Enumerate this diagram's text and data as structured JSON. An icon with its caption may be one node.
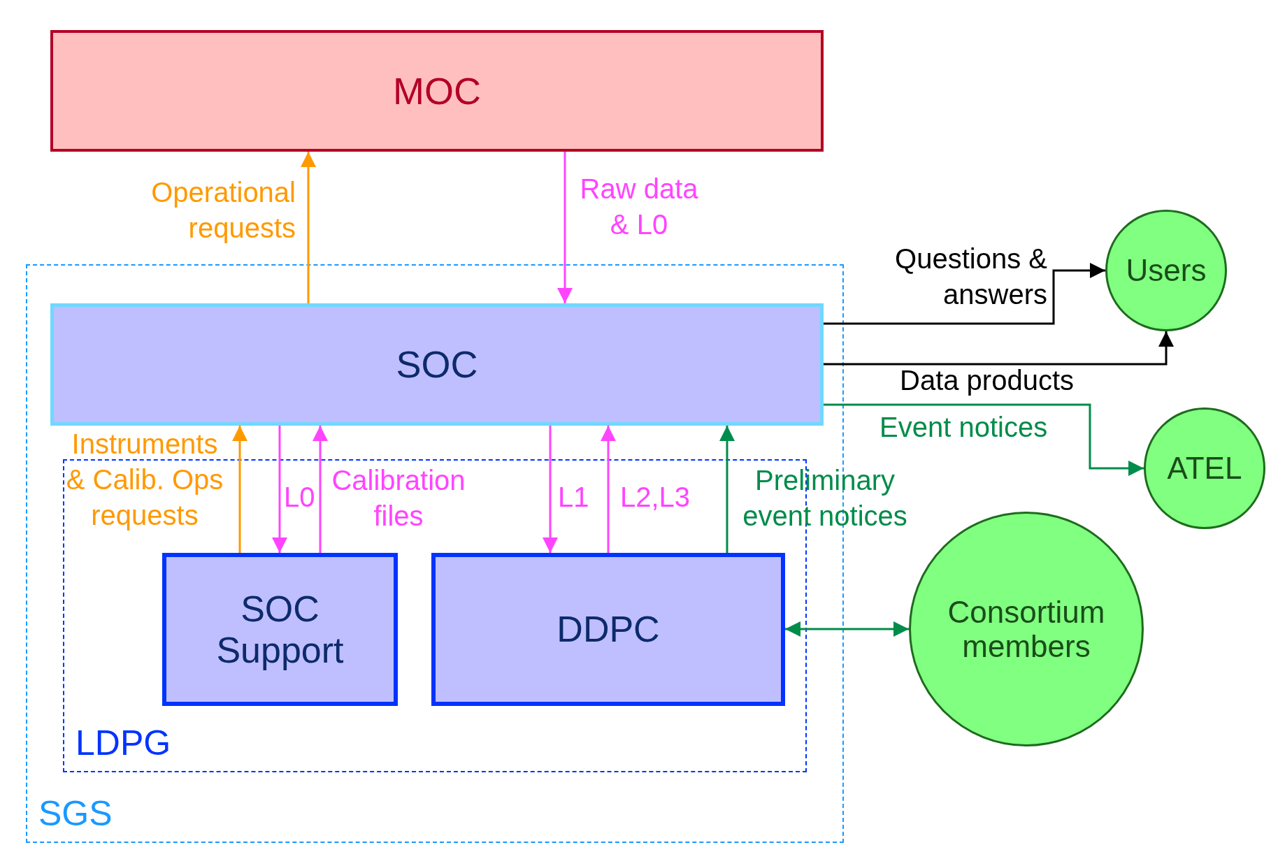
{
  "diagram": {
    "nodes": [
      {
        "text": [
          "MOC"
        ]
      },
      {
        "text": [
          "SGS"
        ]
      },
      {
        "text": [
          "SOC"
        ],
        "in": 1
      },
      {
        "text": [
          "LDPG"
        ],
        "in": 1
      },
      {
        "text": [
          "SOC Support"
        ],
        "in": 3
      },
      {
        "text": [
          "DDPC"
        ],
        "in": 3
      },
      {
        "text": [
          "Users"
        ]
      },
      {
        "text": [
          "ATEL"
        ]
      },
      {
        "text": [
          "Consortium members"
        ]
      }
    ],
    "edges": [
      {
        "from": 2,
        "to": 0,
        "arrow": "to",
        "label": "Operational requests",
        "color": "#ff9900"
      },
      {
        "from": 0,
        "to": 2,
        "arrow": "to",
        "label": "Raw data & L0",
        "color": "#ff44ff"
      },
      {
        "from": 4,
        "to": 2,
        "arrow": "to",
        "label": "Instruments & Calib. Ops requests",
        "color": "#ff9900"
      },
      {
        "from": 2,
        "to": 4,
        "arrow": "to",
        "label": "L0",
        "color": "#ff44ff"
      },
      {
        "from": 4,
        "to": 2,
        "arrow": "to",
        "label": "Calibration files",
        "color": "#ff44ff"
      },
      {
        "from": 2,
        "to": 5,
        "arrow": "to",
        "label": "L1",
        "color": "#ff44ff"
      },
      {
        "from": 5,
        "to": 2,
        "arrow": "to",
        "label": "L2,L3",
        "color": "#ff44ff"
      },
      {
        "from": 5,
        "to": 2,
        "arrow": "to",
        "label": "Preliminary event notices",
        "color": "#008c4a"
      },
      {
        "from": 2,
        "to": 6,
        "arrow": "to",
        "label": "Questions & answers",
        "color": "#000000"
      },
      {
        "from": 2,
        "to": 6,
        "arrow": "to",
        "label": "Data products",
        "color": "#000000"
      },
      {
        "from": 2,
        "to": 7,
        "arrow": "to",
        "label": "Event notices",
        "color": "#008c4a"
      },
      {
        "from": 5,
        "to": 8,
        "arrow": "both",
        "color": "#008c4a"
      }
    ]
  }
}
